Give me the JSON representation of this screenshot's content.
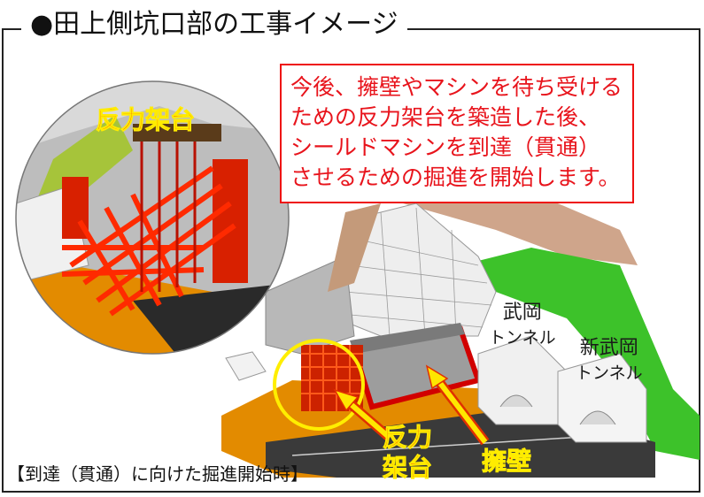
{
  "title": "●田上側坑口部の工事イメージ",
  "callout_lines": [
    "今後、擁壁やマシンを待ち受ける",
    "ための反力架台を築造した後、",
    "シールドマシンを到達（貫通）",
    "させるための掘進を開始します。"
  ],
  "inset_label": "反力架台",
  "labels": {
    "reaction_frame_line1": "反力",
    "reaction_frame_line2": "架台",
    "retaining_wall": "擁壁",
    "takeoka_tunnel_line1": "武岡",
    "takeoka_tunnel_line2": "トンネル",
    "shin_takeoka_tunnel_line1": "新武岡",
    "shin_takeoka_tunnel_line2": "トンネル"
  },
  "caption": "【到達（貫通）に向けた掘進開始時】",
  "colors": {
    "frame_red": "#e11d1d",
    "callout_text": "#e8141c",
    "arrow_yellow": "#ffe600",
    "highlight_circle": "#ffee00",
    "slope_green": "#33cc22",
    "ground_orange": "#e08a00"
  }
}
